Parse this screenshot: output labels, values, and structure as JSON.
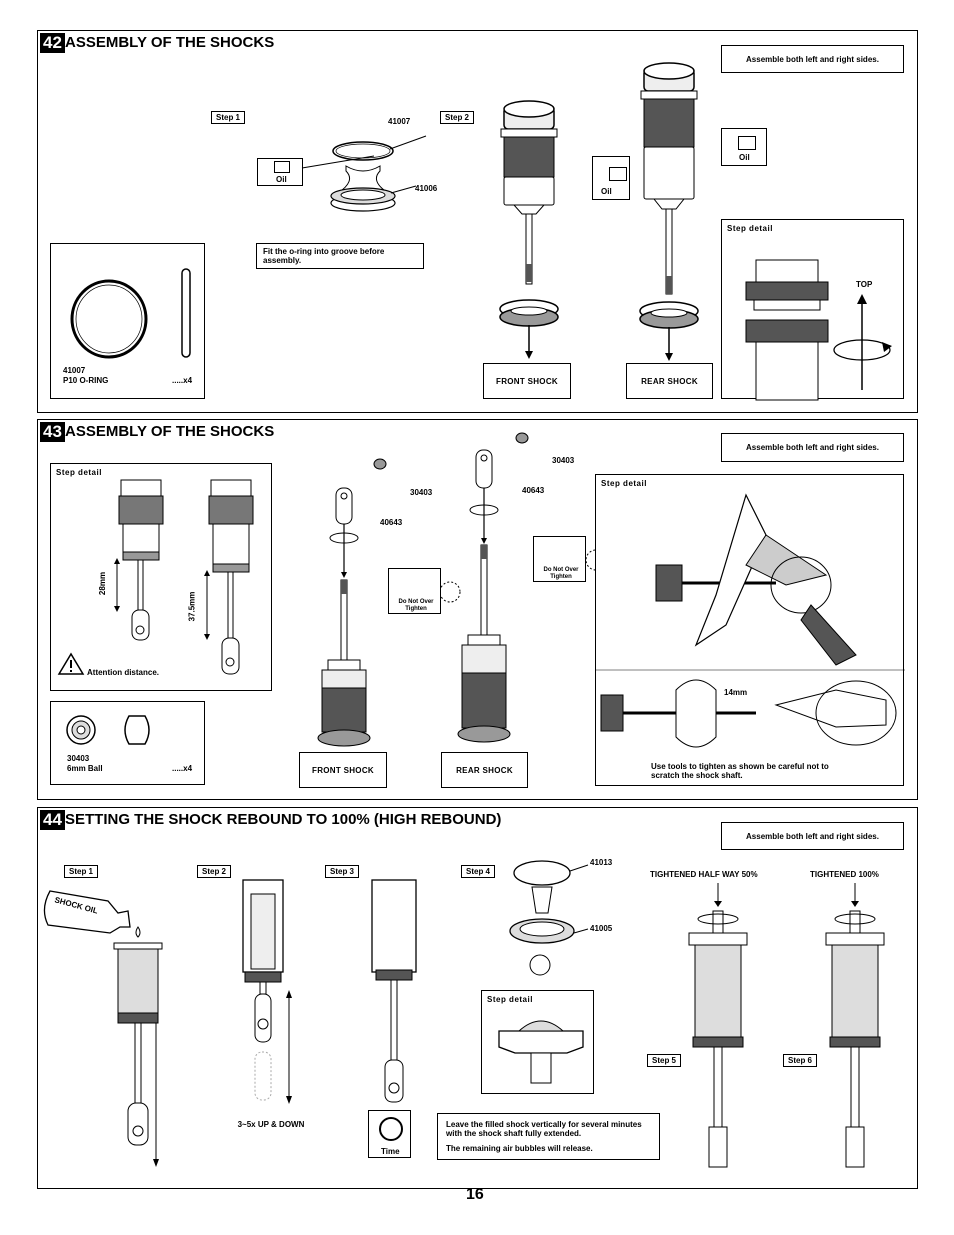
{
  "sec42": {
    "number": "42",
    "title": "ASSEMBLY OF THE SHOCKS",
    "note": "Assemble both left and right sides.",
    "step1": "Step 1",
    "step2": "Step 2",
    "part_41007": "41007",
    "part_41006": "41006",
    "oil": "Oil",
    "fit_note": "Fit the o-ring into groove before assembly.",
    "parts_box": {
      "part": "41007",
      "name": "P10 O-RING",
      "qty": ".....x4"
    },
    "front_shock": "FRONT SHOCK",
    "rear_shock": "REAR SHOCK",
    "step_detail": "Step detail",
    "top": "TOP"
  },
  "sec43": {
    "number": "43",
    "title": "ASSEMBLY OF THE SHOCKS",
    "note": "Assemble both left and right sides.",
    "step_detail": "Step detail",
    "dist_28": "28mm",
    "dist_375": "37.5mm",
    "attention": "Attention distance.",
    "parts_box": {
      "part": "30403",
      "name": "6mm Ball",
      "qty": ".....x4"
    },
    "part_30403": "30403",
    "part_40643": "40643",
    "do_not_over_tighten": "Do Not Over Tighten",
    "front_shock": "FRONT SHOCK",
    "rear_shock": "REAR SHOCK",
    "mm14": "14mm",
    "tool_note": "Use tools to tighten as shown be careful not to scratch the shock shaft."
  },
  "sec44": {
    "number": "44",
    "title": "SETTING THE SHOCK REBOUND TO 100% (HIGH REBOUND)",
    "note": "Assemble both left and right sides.",
    "step1": "Step 1",
    "step2": "Step 2",
    "step3": "Step 3",
    "step4": "Step 4",
    "step5": "Step 5",
    "step6": "Step 6",
    "shock_oil": "SHOCK OIL",
    "updown": "3~5x UP & DOWN",
    "time": "Time",
    "part_41013": "41013",
    "part_41005": "41005",
    "step_detail": "Step detail",
    "half": "TIGHTENED HALF WAY 50%",
    "full": "TIGHTENED 100%",
    "leave_note_1": "Leave the filled shock vertically for several minutes with the shock shaft fully extended.",
    "leave_note_2": "The remaining air bubbles will release."
  },
  "page_number": "16"
}
